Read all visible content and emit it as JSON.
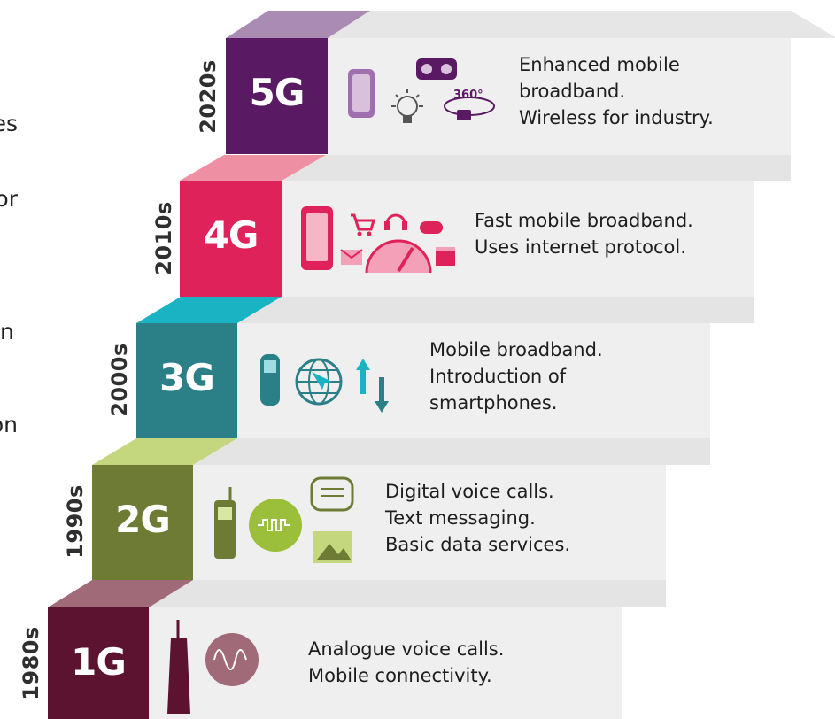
{
  "colors": {
    "g1": "#5b1330",
    "g1_top": "#a06a78",
    "g2": "#6d7b35",
    "g2_top": "#c4d77e",
    "g3": "#2b8088",
    "g3_top": "#19b3c3",
    "g4": "#e0225a",
    "g4_top": "#ee8fa3",
    "g5": "#5a1a63",
    "g5_top": "#a98bb4",
    "step_face": "#efefef",
    "step_top": "#e4e4e4"
  },
  "edge_text": [
    "es",
    "or",
    "n",
    "on"
  ],
  "generations": [
    {
      "id": "5g",
      "label": "5G",
      "decade": "2020s",
      "lines": [
        "Enhanced mobile",
        "broadband.",
        "Wireless for industry."
      ],
      "icons": [
        "phone-question-icon",
        "lightbulb-icon",
        "vr-headset-icon",
        "360-video-icon"
      ],
      "icon_text": "360°"
    },
    {
      "id": "4g",
      "label": "4G",
      "decade": "2010s",
      "lines": [
        "Fast mobile broadband.",
        "Uses internet protocol."
      ],
      "icons": [
        "smartphone-icon",
        "cart-icon",
        "mail-icon",
        "speedometer-icon",
        "headphones-icon",
        "gamepad-icon",
        "clapperboard-icon"
      ]
    },
    {
      "id": "3g",
      "label": "3G",
      "decade": "2000s",
      "lines": [
        "Mobile broadband.",
        "Introduction of",
        "smartphones."
      ],
      "icons": [
        "mobile-phone-icon",
        "globe-cursor-icon",
        "up-down-arrows-icon"
      ]
    },
    {
      "id": "2g",
      "label": "2G",
      "decade": "1990s",
      "lines": [
        "Digital voice calls.",
        "Text messaging.",
        "Basic data services."
      ],
      "icons": [
        "brick-phone-icon",
        "phone-wave-icon",
        "chat-bubble-icon",
        "image-icon"
      ]
    },
    {
      "id": "1g",
      "label": "1G",
      "decade": "1980s",
      "lines": [
        "Analogue voice calls.",
        "Mobile connectivity."
      ],
      "icons": [
        "analogue-phone-icon",
        "analogue-wave-icon"
      ]
    }
  ]
}
